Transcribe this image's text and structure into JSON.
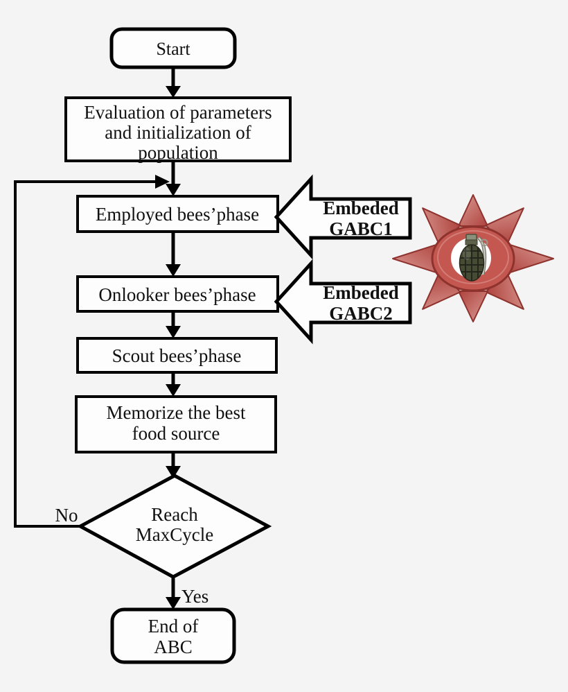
{
  "diagram": {
    "nodes": {
      "start": {
        "label": "Start"
      },
      "evaluation": {
        "lines": [
          "Evaluation of parameters",
          "and initialization of",
          "population"
        ]
      },
      "employed": {
        "label": "Employed bees’phase"
      },
      "onlooker": {
        "label": "Onlooker bees’phase"
      },
      "scout": {
        "label": "Scout bees’phase"
      },
      "memorize": {
        "lines": [
          "Memorize the best",
          "food source"
        ]
      },
      "decision": {
        "lines": [
          "Reach",
          "MaxCycle"
        ]
      },
      "end": {
        "lines": [
          "End of",
          "ABC"
        ]
      }
    },
    "edge_labels": {
      "no": "No",
      "yes": "Yes"
    },
    "callouts": {
      "gabc1": {
        "lines": [
          "Embeded",
          "GABC1"
        ]
      },
      "gabc2": {
        "lines": [
          "Embeded",
          "GABC2"
        ]
      }
    },
    "icons": {
      "sunburst": "sunburst-icon",
      "grenade": "grenade-icon"
    },
    "colors": {
      "accent_red": "#c0504d",
      "accent_red_light": "#dc9d96",
      "accent_red_dark": "#8e322e",
      "line": "#000000",
      "node_fill": "#fdfdfd",
      "background": "#f5f4f4"
    }
  }
}
